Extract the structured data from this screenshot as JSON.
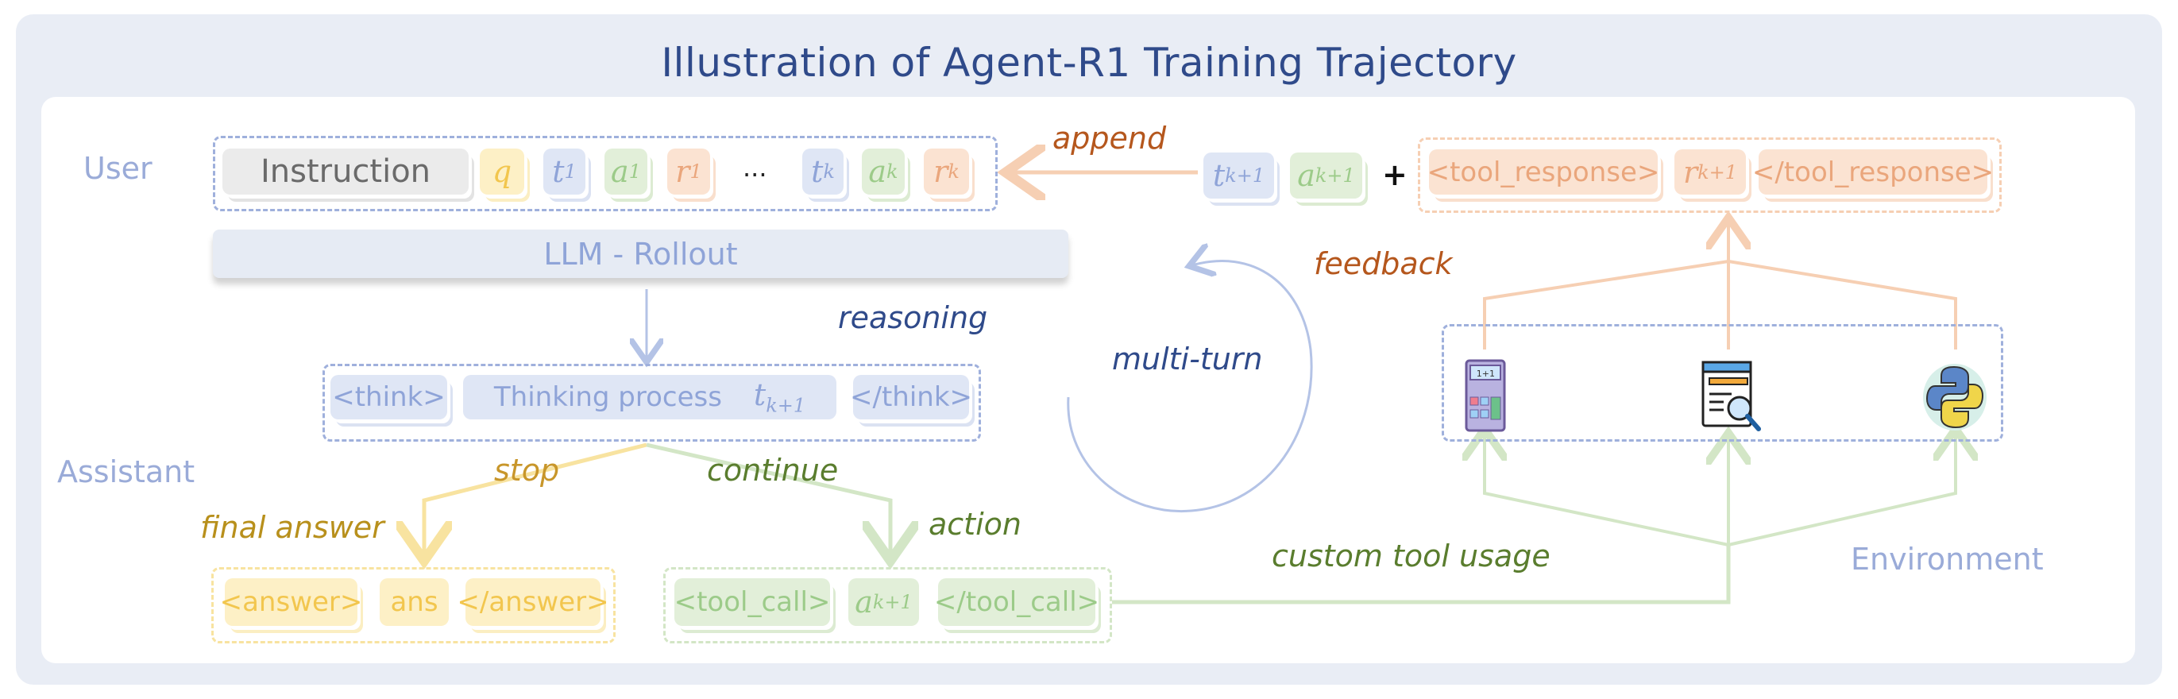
{
  "title": "Illustration of Agent-R1 Training Trajectory",
  "roles": {
    "user": "User",
    "assistant": "Assistant",
    "environment": "Environment"
  },
  "user_sequence": {
    "instruction": "Instruction",
    "q": "q",
    "t1": {
      "base": "t",
      "sub": "1"
    },
    "a1": {
      "base": "a",
      "sub": "1"
    },
    "r1": {
      "base": "r",
      "sub": "1"
    },
    "ellipsis": "...",
    "tk": {
      "base": "t",
      "sub": "k"
    },
    "ak": {
      "base": "a",
      "sub": "k"
    },
    "rk": {
      "base": "r",
      "sub": "k"
    }
  },
  "append_label": "append",
  "appended": {
    "t": {
      "base": "t",
      "sub": "k+1"
    },
    "a": {
      "base": "a",
      "sub": "k+1"
    },
    "plus": "+"
  },
  "tool_response": {
    "open": "<tool_response>",
    "r": {
      "base": "r",
      "sub": "k+1"
    },
    "close": "</tool_response>"
  },
  "llm_rollout": "LLM - Rollout",
  "reasoning_label": "reasoning",
  "think": {
    "open": "<think>",
    "text": "Thinking process",
    "t": {
      "base": "t",
      "sub": "k+1"
    },
    "close": "</think>"
  },
  "branches": {
    "stop": "stop",
    "continue": "continue",
    "final_answer": "final answer",
    "action": "action"
  },
  "answer": {
    "open": "<answer>",
    "text": "ans",
    "close": "</answer>"
  },
  "tool_call": {
    "open": "<tool_call>",
    "a": {
      "base": "a",
      "sub": "k+1"
    },
    "close": "</tool_call>"
  },
  "multi_turn_label": "multi-turn",
  "feedback_label": "feedback",
  "custom_tool_label": "custom tool usage",
  "tools": [
    {
      "icon": "calculator-icon",
      "text": "1+1"
    },
    {
      "icon": "search-document-icon"
    },
    {
      "icon": "python-icon"
    }
  ],
  "colors": {
    "title": "#2f4a8a",
    "role": "#9aabd8",
    "append": "#b5571d",
    "feedback": "#b5571d",
    "stop": "#c8962a",
    "continue": "#5a7d2e",
    "final_answer": "#b8901c",
    "action": "#5a7d2e",
    "custom_tool": "#5a7d2e",
    "reasoning": "#2f4a8a",
    "multi_turn": "#2f4a8a"
  }
}
